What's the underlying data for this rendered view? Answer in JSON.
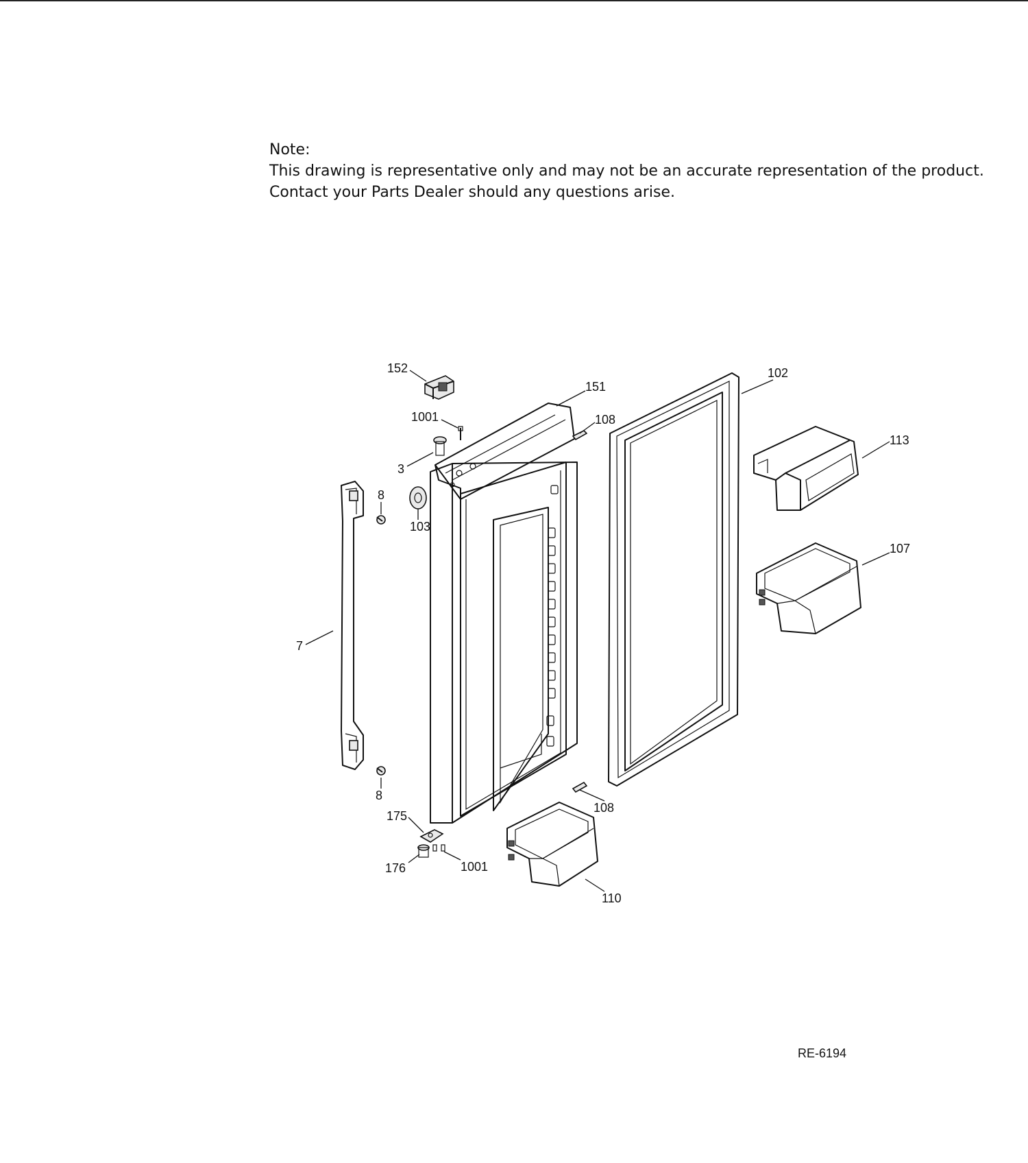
{
  "note": {
    "heading": "Note:",
    "line1": "This drawing is representative only and may not be an accurate representation of the product.",
    "line2": "Contact your Parts Dealer should any questions arise."
  },
  "drawing_ref": "RE-6194",
  "callouts": {
    "c152": "152",
    "c151": "151",
    "c102": "102",
    "c1001_top": "1001",
    "c108_top": "108",
    "c113": "113",
    "c3": "3",
    "c8_top": "8",
    "c103": "103",
    "c107": "107",
    "c7": "7",
    "c8_bottom": "8",
    "c108_bottom": "108",
    "c175": "175",
    "c176": "176",
    "c1001_bottom": "1001",
    "c110": "110"
  }
}
